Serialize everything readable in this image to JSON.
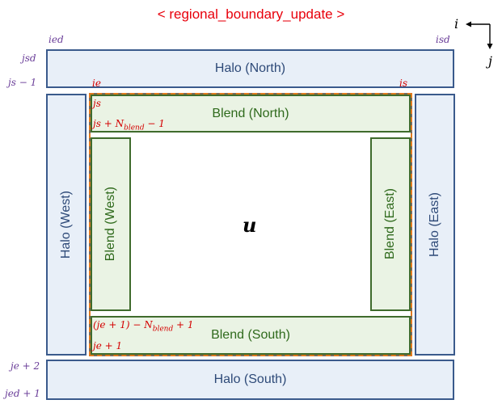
{
  "title": "< regional_boundary_update >",
  "axes": {
    "i": "i",
    "j": "j"
  },
  "halo": {
    "north": "Halo (North)",
    "south": "Halo (South)",
    "west": "Halo (West)",
    "east": "Halo (East)"
  },
  "blend": {
    "north": "Blend (North)",
    "south": "Blend (South)",
    "west": "Blend (West)",
    "east": "Blend (East)"
  },
  "center_label": "u",
  "indices": {
    "ied": "ied",
    "isd": "isd",
    "jsd": "jsd",
    "js_minus_1": "js − 1",
    "ie": "ie",
    "is": "is",
    "js": "js",
    "js_nblend": "js + N",
    "js_nblend_sub": "blend",
    "js_nblend_tail": " − 1",
    "je1_nblend": "(je + 1) − N",
    "je1_nblend_sub": "blend",
    "je1_nblend_tail": " + 1",
    "je_plus_1": "je + 1",
    "je_plus_2": "je + 2",
    "jed_plus_1": "jed + 1"
  },
  "colors": {
    "title": "#e8000b",
    "halo_fill": "#e8eff8",
    "halo_border": "#3a5a8c",
    "blend_fill": "#eaf3e4",
    "blend_border": "#3f6b2c",
    "index_purple": "#6b3f99",
    "index_red": "#d40000",
    "interior_dash": "#e07a1f"
  }
}
